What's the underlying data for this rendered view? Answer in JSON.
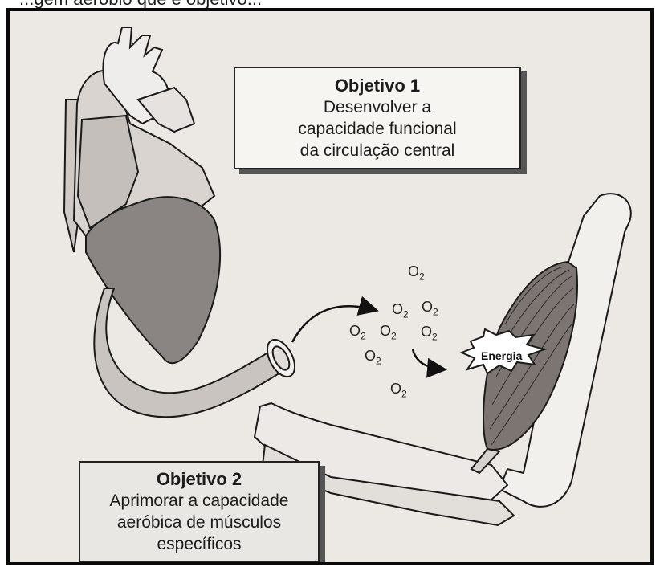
{
  "caption": "...gem aeróbio que é objetivo...",
  "callouts": {
    "objetivo1": {
      "title": "Objetivo 1",
      "lines": [
        "Desenvolver a",
        "capacidade funcional",
        "da circulação central"
      ]
    },
    "objetivo2": {
      "title": "Objetivo 2",
      "lines": [
        "Aprimorar a capacidade",
        "aeróbica de músculos",
        "específicos"
      ]
    }
  },
  "o2_label": "O",
  "o2_subscript": "2",
  "energy_label": "Energia",
  "colors": {
    "frame": "#0a0a0a",
    "paper": "#ece8e3",
    "heart_shade": "#8a8582",
    "muscle": "#7c7572"
  }
}
